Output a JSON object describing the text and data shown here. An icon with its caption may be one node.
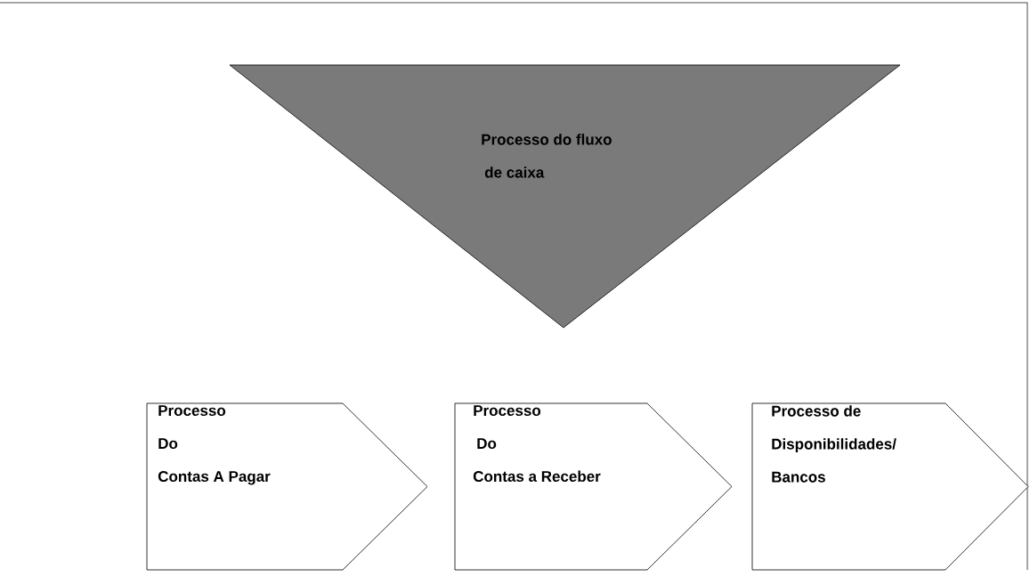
{
  "diagram": {
    "nodes": [
      {
        "text": [
          "Processo do fluxo",
          "de caixa"
        ]
      },
      {
        "text": [
          "Processo",
          "Do",
          "Contas A Pagar"
        ]
      },
      {
        "text": [
          "Processo",
          "Do",
          "Contas a Receber"
        ]
      },
      {
        "text": [
          "Processo   de",
          "Disponibilidades/",
          "Bancos"
        ]
      }
    ]
  }
}
